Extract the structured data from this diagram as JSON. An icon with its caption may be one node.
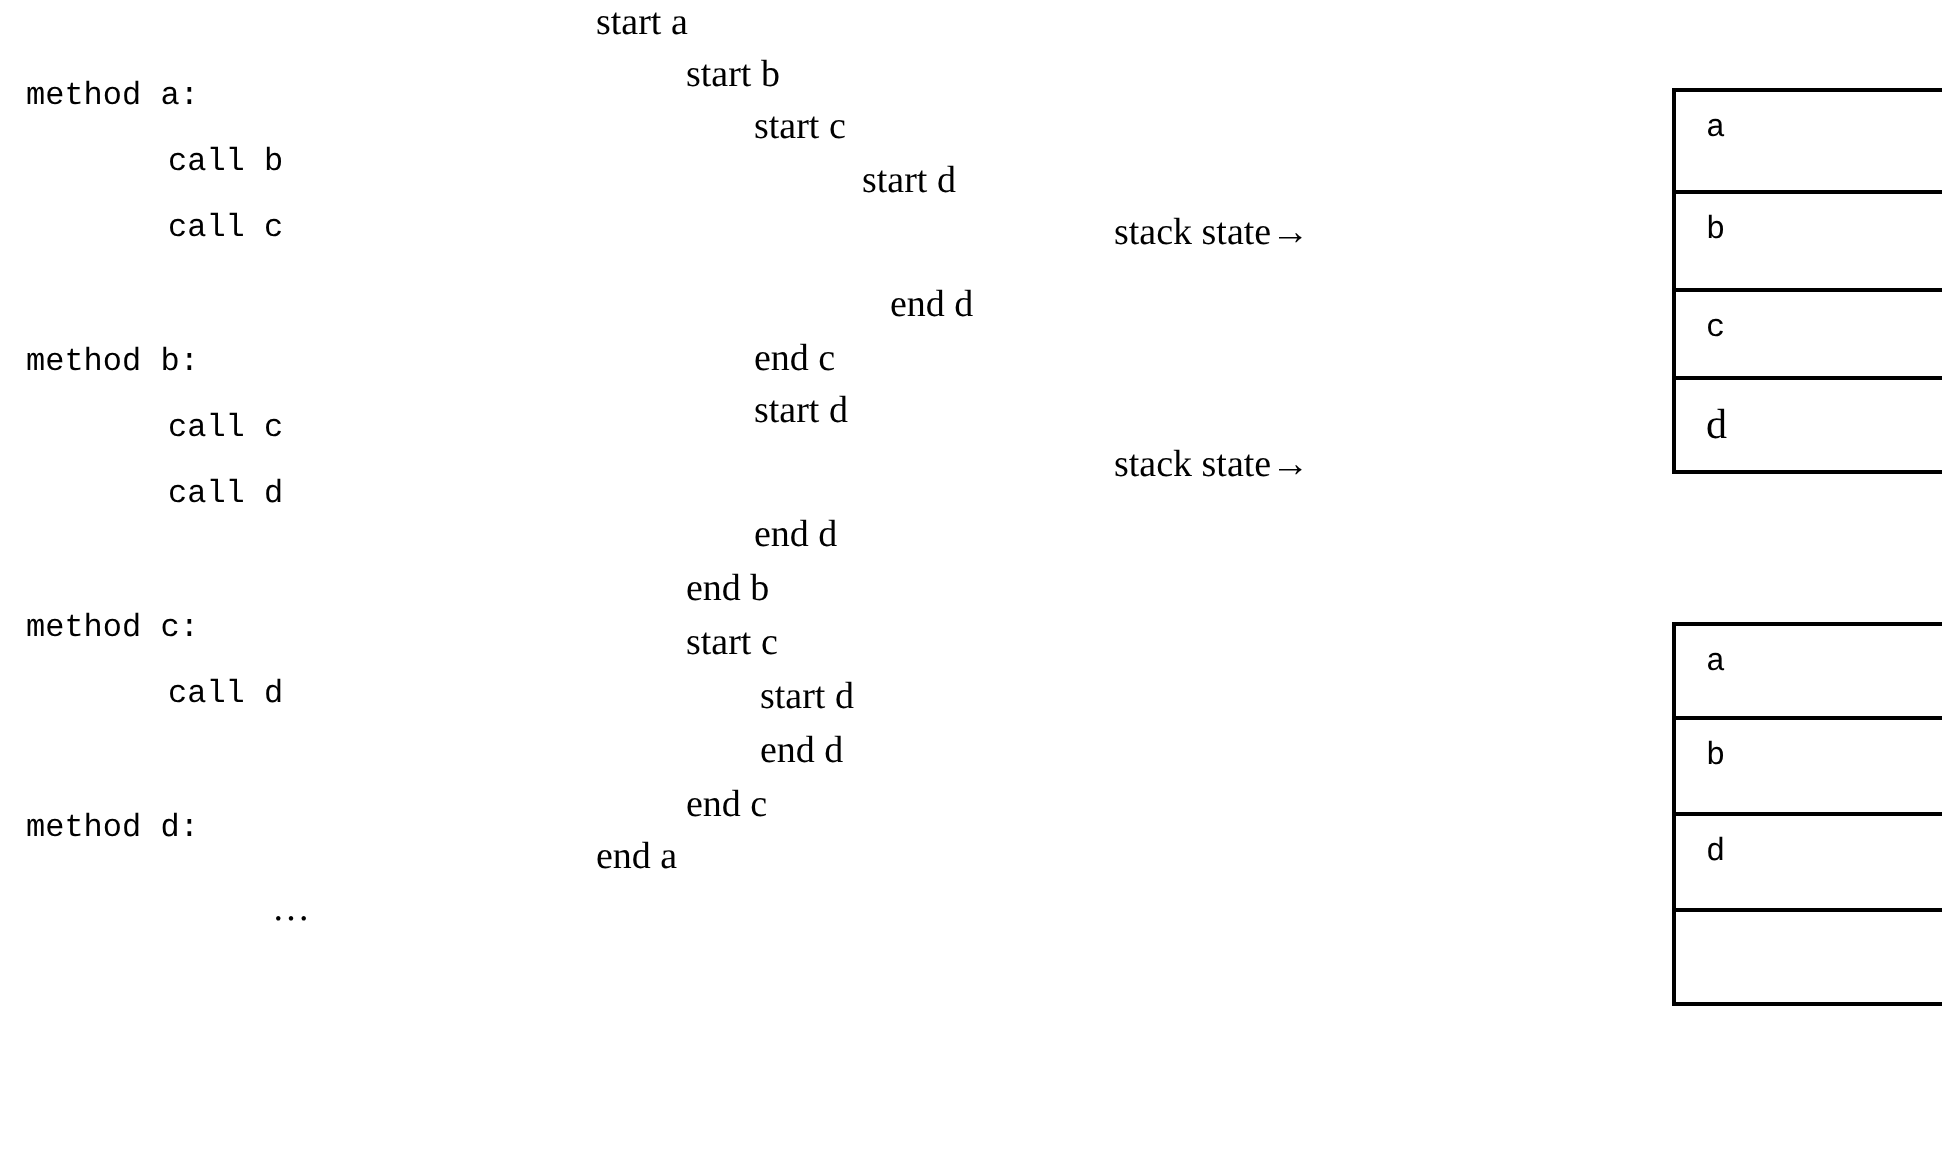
{
  "diagram": {
    "nodes": [
      {
        "text": [],
        "shape": "box"
      },
      {
        "text": [
          "a"
        ],
        "in": 0
      },
      {
        "text": [
          "b"
        ],
        "in": 0
      },
      {
        "text": [
          "c"
        ],
        "in": 0
      },
      {
        "text": [
          "d"
        ],
        "in": 0
      },
      {
        "text": [],
        "shape": "box"
      },
      {
        "text": [
          "a"
        ],
        "in": 5
      },
      {
        "text": [
          "b"
        ],
        "in": 5
      },
      {
        "text": [
          "d"
        ],
        "in": 5
      },
      {
        "text": [],
        "shape": "box",
        "in": 5
      }
    ],
    "labels": [
      "method a:",
      "call b",
      "call c",
      "method b:",
      "call c",
      "call d",
      "method c:",
      "call d",
      "method d:",
      "…",
      "start a",
      "start b",
      "start c",
      "start d",
      "stack state→",
      "end d",
      "end c",
      "start d",
      "stack state→",
      "end d",
      "end b",
      "start c",
      "start d",
      "end d",
      "end c",
      "end a"
    ]
  }
}
